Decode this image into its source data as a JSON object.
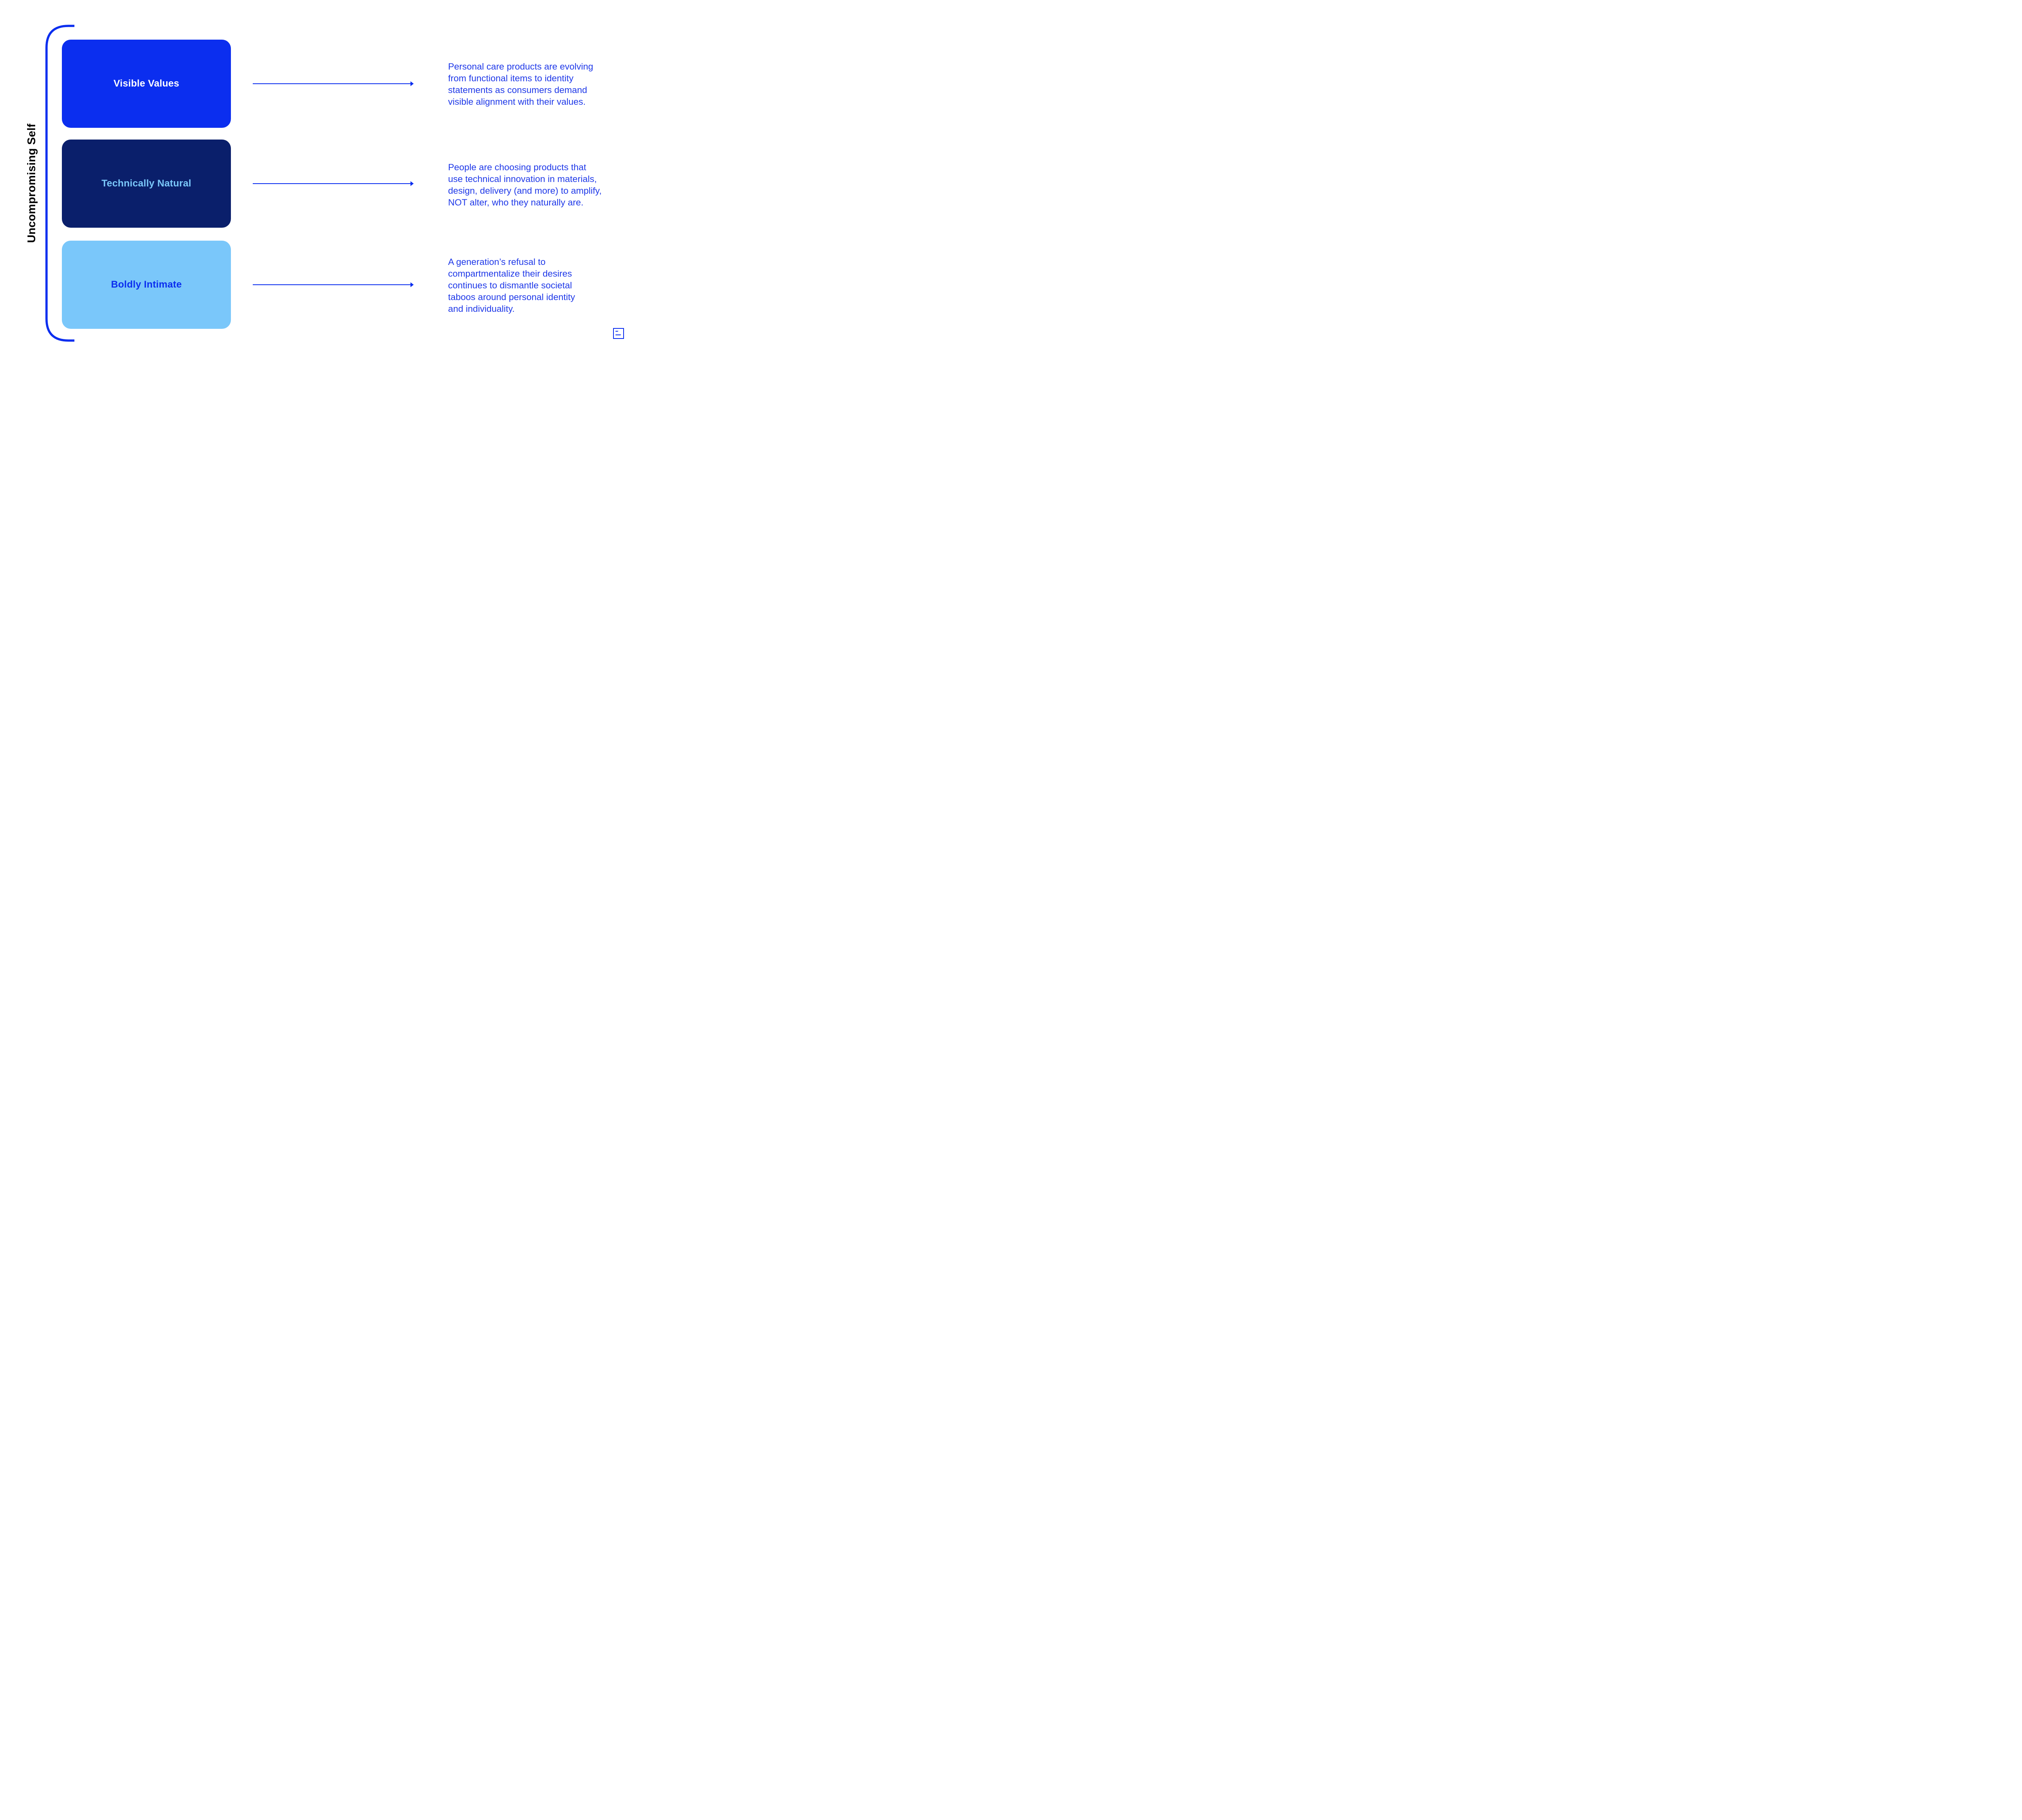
{
  "page": {
    "background": "#ffffff",
    "type": "infographic-slide"
  },
  "colors": {
    "accent_blue": "#0b2eef",
    "navy": "#0a1f6b",
    "light_blue": "#7ac7fa",
    "text_blue": "#1e38e8",
    "label_black": "#000000",
    "white": "#ffffff"
  },
  "bracket_group": {
    "vertical_label": "Uncompromising Self"
  },
  "rows": [
    {
      "title": "Visible Values",
      "box_color": "#0b2eef",
      "title_color": "#ffffff",
      "description_lines": [
        "Personal care products are evolving",
        "from functional items to identity",
        "statements as consumers demand",
        "visible alignment with their values."
      ]
    },
    {
      "title": "Technically Natural",
      "box_color": "#0a1f6b",
      "title_color": "#7ac7fa",
      "description_lines": [
        "People are choosing products that",
        "use technical innovation in materials,",
        "design, delivery (and more) to amplify,",
        "NOT alter, who they naturally are."
      ]
    },
    {
      "title": "Boldly Intimate",
      "box_color": "#7ac7fa",
      "title_color": "#0b2eef",
      "description_lines": [
        "A generation’s refusal to",
        "compartmentalize their desires",
        "continues to dismantle societal",
        "taboos around personal identity",
        "and individuality."
      ]
    }
  ],
  "footer": {
    "logo_icon": "square-with-two-slanted-dashes"
  }
}
